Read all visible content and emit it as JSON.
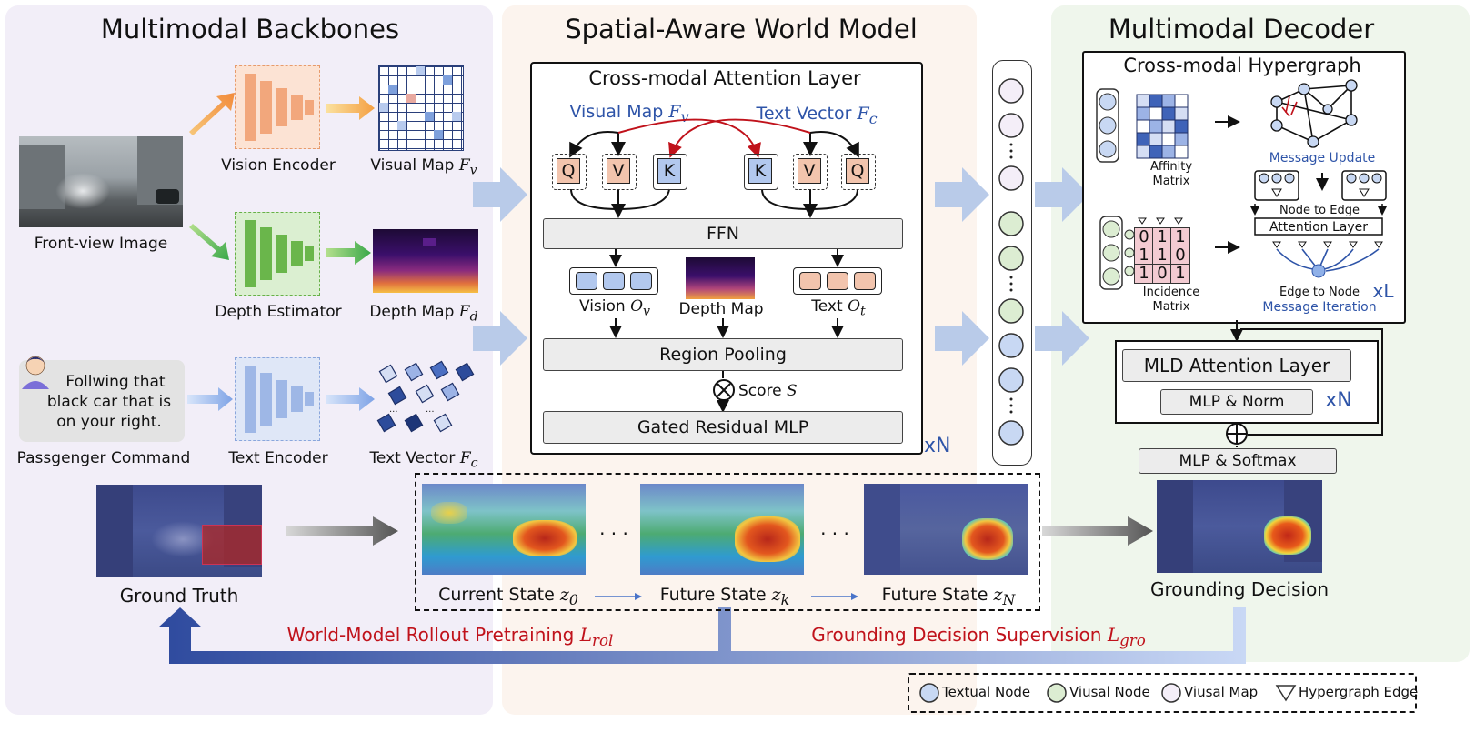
{
  "sections": {
    "backbones": "Multimodal Backbones",
    "world_model": "Spatial-Aware World Model",
    "decoder": "Multimodal Decoder"
  },
  "backbones": {
    "front_view_image": "Front-view Image",
    "vision_encoder": "Vision Encoder",
    "visual_map": "Visual Map",
    "visual_map_sym": "F",
    "visual_map_sub": "v",
    "depth_estimator": "Depth Estimator",
    "depth_map": "Depth Map",
    "depth_map_sym": "F",
    "depth_map_sub": "d",
    "command_text": [
      "Follwing that",
      "black car that is",
      "on your right."
    ],
    "passenger_command": "Passgenger Command",
    "text_encoder": "Text Encoder",
    "text_vector": "Text Vector",
    "text_vector_sym": "F",
    "text_vector_sub": "c",
    "ground_truth": "Ground Truth"
  },
  "world_model": {
    "cross_attention_title": "Cross-modal Attention Layer",
    "visual_map_label": "Visual Map",
    "text_vector_label": "Text Vector",
    "q": "Q",
    "v": "V",
    "k": "K",
    "ffn": "FFN",
    "vision_out": "Vision",
    "vision_out_sym": "O",
    "vision_out_sub": "v",
    "depth_map": "Depth Map",
    "text_out": "Text",
    "text_out_sym": "O",
    "text_out_sub": "t",
    "region_pooling": "Region Pooling",
    "score": "Score",
    "score_sym": "S",
    "gated_mlp": "Gated Residual MLP",
    "repeat": "xN"
  },
  "states": {
    "current": "Current State",
    "current_sym": "z",
    "current_sub": "0",
    "future_k": "Future State",
    "future_k_sym": "z",
    "future_k_sub": "k",
    "future_n": "Future State",
    "future_n_sym": "z",
    "future_n_sub": "N",
    "dots": "· · ·"
  },
  "decoder": {
    "hypergraph_title": "Cross-modal Hypergraph",
    "affinity": "Affinity",
    "matrix": "Matrix",
    "incidence": "Incidence",
    "message_update": "Message Update",
    "node_to_edge": "Node to Edge",
    "attention_layer": "Attention Layer",
    "edge_to_node": "Edge to Node",
    "message_iteration": "Message Iteration",
    "xl": "xL",
    "incidence_rows": [
      [
        "0",
        "1",
        "1"
      ],
      [
        "1",
        "1",
        "0"
      ],
      [
        "1",
        "0",
        "1"
      ]
    ],
    "mld_attention": "MLD Attention Layer",
    "mlp_norm": "MLP & Norm",
    "xn": "xN",
    "mlp_softmax": "MLP & Softmax",
    "grounding_decision": "Grounding Decision"
  },
  "losses": {
    "rollout": "World-Model Rollout Pretraining",
    "rollout_sym": "L",
    "rollout_sub": "rol",
    "grounding": "Grounding Decision Supervision",
    "grounding_sym": "L",
    "grounding_sub": "gro"
  },
  "legend": {
    "textual_node": "Textual Node",
    "visual_node": "Viusal Node",
    "visual_map": "Viusal Map",
    "hyperedge": "Hypergraph Edge"
  },
  "colors": {
    "backbone_bg": "#f2eef8",
    "world_bg": "#fcf4ee",
    "decoder_bg": "#eff6ec",
    "accent_blue": "#2e54a8",
    "accent_red": "#c0121b",
    "vision_orange": "#f2a77c",
    "depth_green": "#6ab64b",
    "text_blue": "#9eb7e6"
  }
}
